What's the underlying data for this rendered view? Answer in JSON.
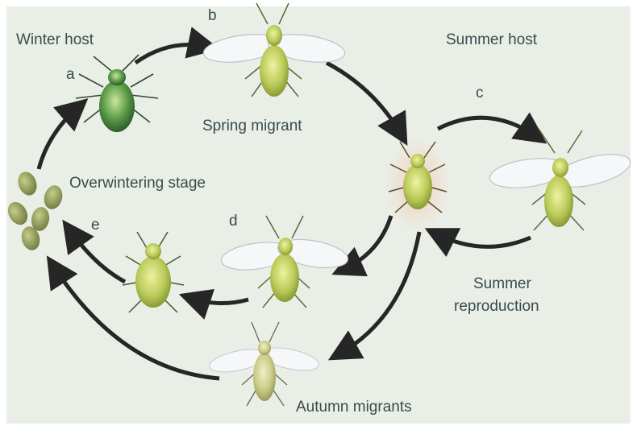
{
  "labels": {
    "winter_host": "Winter host",
    "summer_host": "Summer host",
    "spring_migrant": "Spring migrant",
    "overwintering_stage": "Overwintering stage",
    "summer_reproduction_line1": "Summer",
    "summer_reproduction_line2": "reproduction",
    "autumn_migrants": "Autumn migrants"
  },
  "letters": {
    "a": "a",
    "b": "b",
    "c": "c",
    "d": "d",
    "e": "e"
  },
  "colors": {
    "background": "#e9efe6",
    "arrow": "#262626",
    "text": "#3a4a4f",
    "aphid_body": "#b7c85a",
    "aphid_dark": "#3f7a3a",
    "wing": "#f5f7f9",
    "egg": "#8d9a55"
  }
}
